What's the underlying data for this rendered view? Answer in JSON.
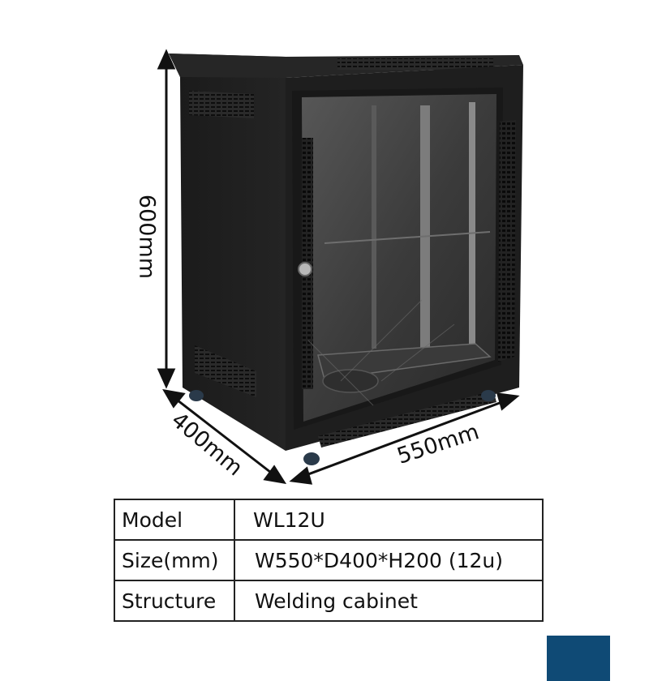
{
  "dimensions": {
    "height": "600mm",
    "depth": "400mm",
    "width": "550mm"
  },
  "specs": [
    {
      "label": "Model",
      "value": "WL12U"
    },
    {
      "label": "Size(mm)",
      "value": "W550*D400*H200 (12u)"
    },
    {
      "label": "Structure",
      "value": "Welding cabinet"
    }
  ],
  "colors": {
    "cabinet": "#1c1c1c",
    "glass": "#4a4a4a",
    "accent_block": "#0f4a75"
  }
}
